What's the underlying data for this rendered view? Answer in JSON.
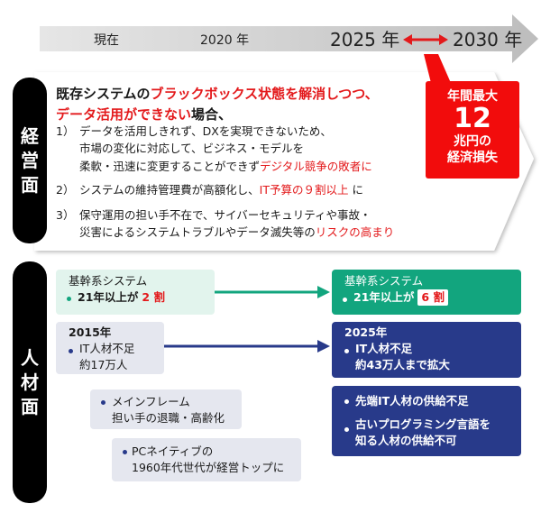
{
  "timeline": {
    "labels": [
      "現在",
      "2020 年",
      "2025 年",
      "2030 年"
    ]
  },
  "tabs": {
    "management": [
      "経",
      "営",
      "面"
    ],
    "hr": [
      "人",
      "材",
      "面"
    ]
  },
  "management": {
    "title_l1_a": "既存システムの",
    "title_l1_b": "ブラックボックス状態を解消しつつ、",
    "title_l2_a": "データ活用ができない",
    "title_l2_b": "場合、",
    "items": [
      {
        "num": "1）",
        "l1": "データを活用しきれず、DXを実現できないため、",
        "l2": "市場の変化に対応して、ビジネス・モデルを",
        "l3a": "柔軟・迅速に変更することができず",
        "l3b": "デジタル競争の敗者に"
      },
      {
        "num": "2）",
        "a": "システムの維持管理費が高額化し、",
        "b": "IT予算の９割以上",
        "c": " に"
      },
      {
        "num": "3）",
        "l1": "保守運用の担い手不在で、サイバーセキュリティや事故・",
        "l2a": "災害によるシステムトラブルやデータ滅失等の",
        "l2b": "リスクの高まり"
      }
    ]
  },
  "loss_box": {
    "l1": "年間最大",
    "l2": "12",
    "l3": "兆円の",
    "l4": "経済損失"
  },
  "hr": {
    "core_now": {
      "title": "基幹系システム",
      "bullet_a": "21年以上が",
      "bullet_b": "2 割"
    },
    "core_future": {
      "title": "基幹系システム",
      "bullet_a": "21年以上が",
      "bullet_b": "6 割"
    },
    "it_now": {
      "year": "2015年",
      "l1": "IT人材不足",
      "l2": "約17万人"
    },
    "it_future": {
      "year": "2025年",
      "l1": "IT人材不足",
      "l2": "約43万人まで拡大"
    },
    "mainframe": {
      "l1": "メインフレーム",
      "l2": "担い手の退職・高齢化"
    },
    "pc_native": {
      "l1": "PCネイティブの",
      "l2": "1960年代世代が経営トップに"
    },
    "advanced": {
      "b1": "先端IT人材の供給不足",
      "b2_l1": "古いプログラミング言語を",
      "b2_l2": "知る人材の供給不可"
    }
  },
  "colors": {
    "red": "#e3191b",
    "navy": "#283a8a",
    "green": "#12a57e",
    "loss": "#f20c0c"
  }
}
